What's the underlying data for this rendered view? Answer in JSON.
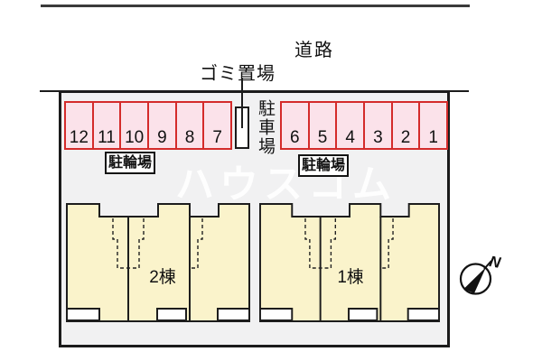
{
  "labels": {
    "road": "道路",
    "garbage": "ゴミ置場",
    "car_parking": "駐車場",
    "bicycle_parking": "駐輪場"
  },
  "parking_stalls": {
    "left_row": [
      "12",
      "11",
      "10",
      "9",
      "8",
      "7"
    ],
    "right_row": [
      "6",
      "5",
      "4",
      "3",
      "2",
      "1"
    ]
  },
  "buildings": {
    "left": {
      "label": "2棟"
    },
    "right": {
      "label": "1棟"
    }
  },
  "compass": {
    "north_label": "N"
  },
  "watermark": {
    "text": "ハウスコム"
  },
  "colors": {
    "site_fill": "#f1f1f2",
    "stall_fill": "#fbe2ea",
    "stall_border": "#d42b2b",
    "building_fill": "#faf3cb",
    "line": "#1b1b1b"
  }
}
